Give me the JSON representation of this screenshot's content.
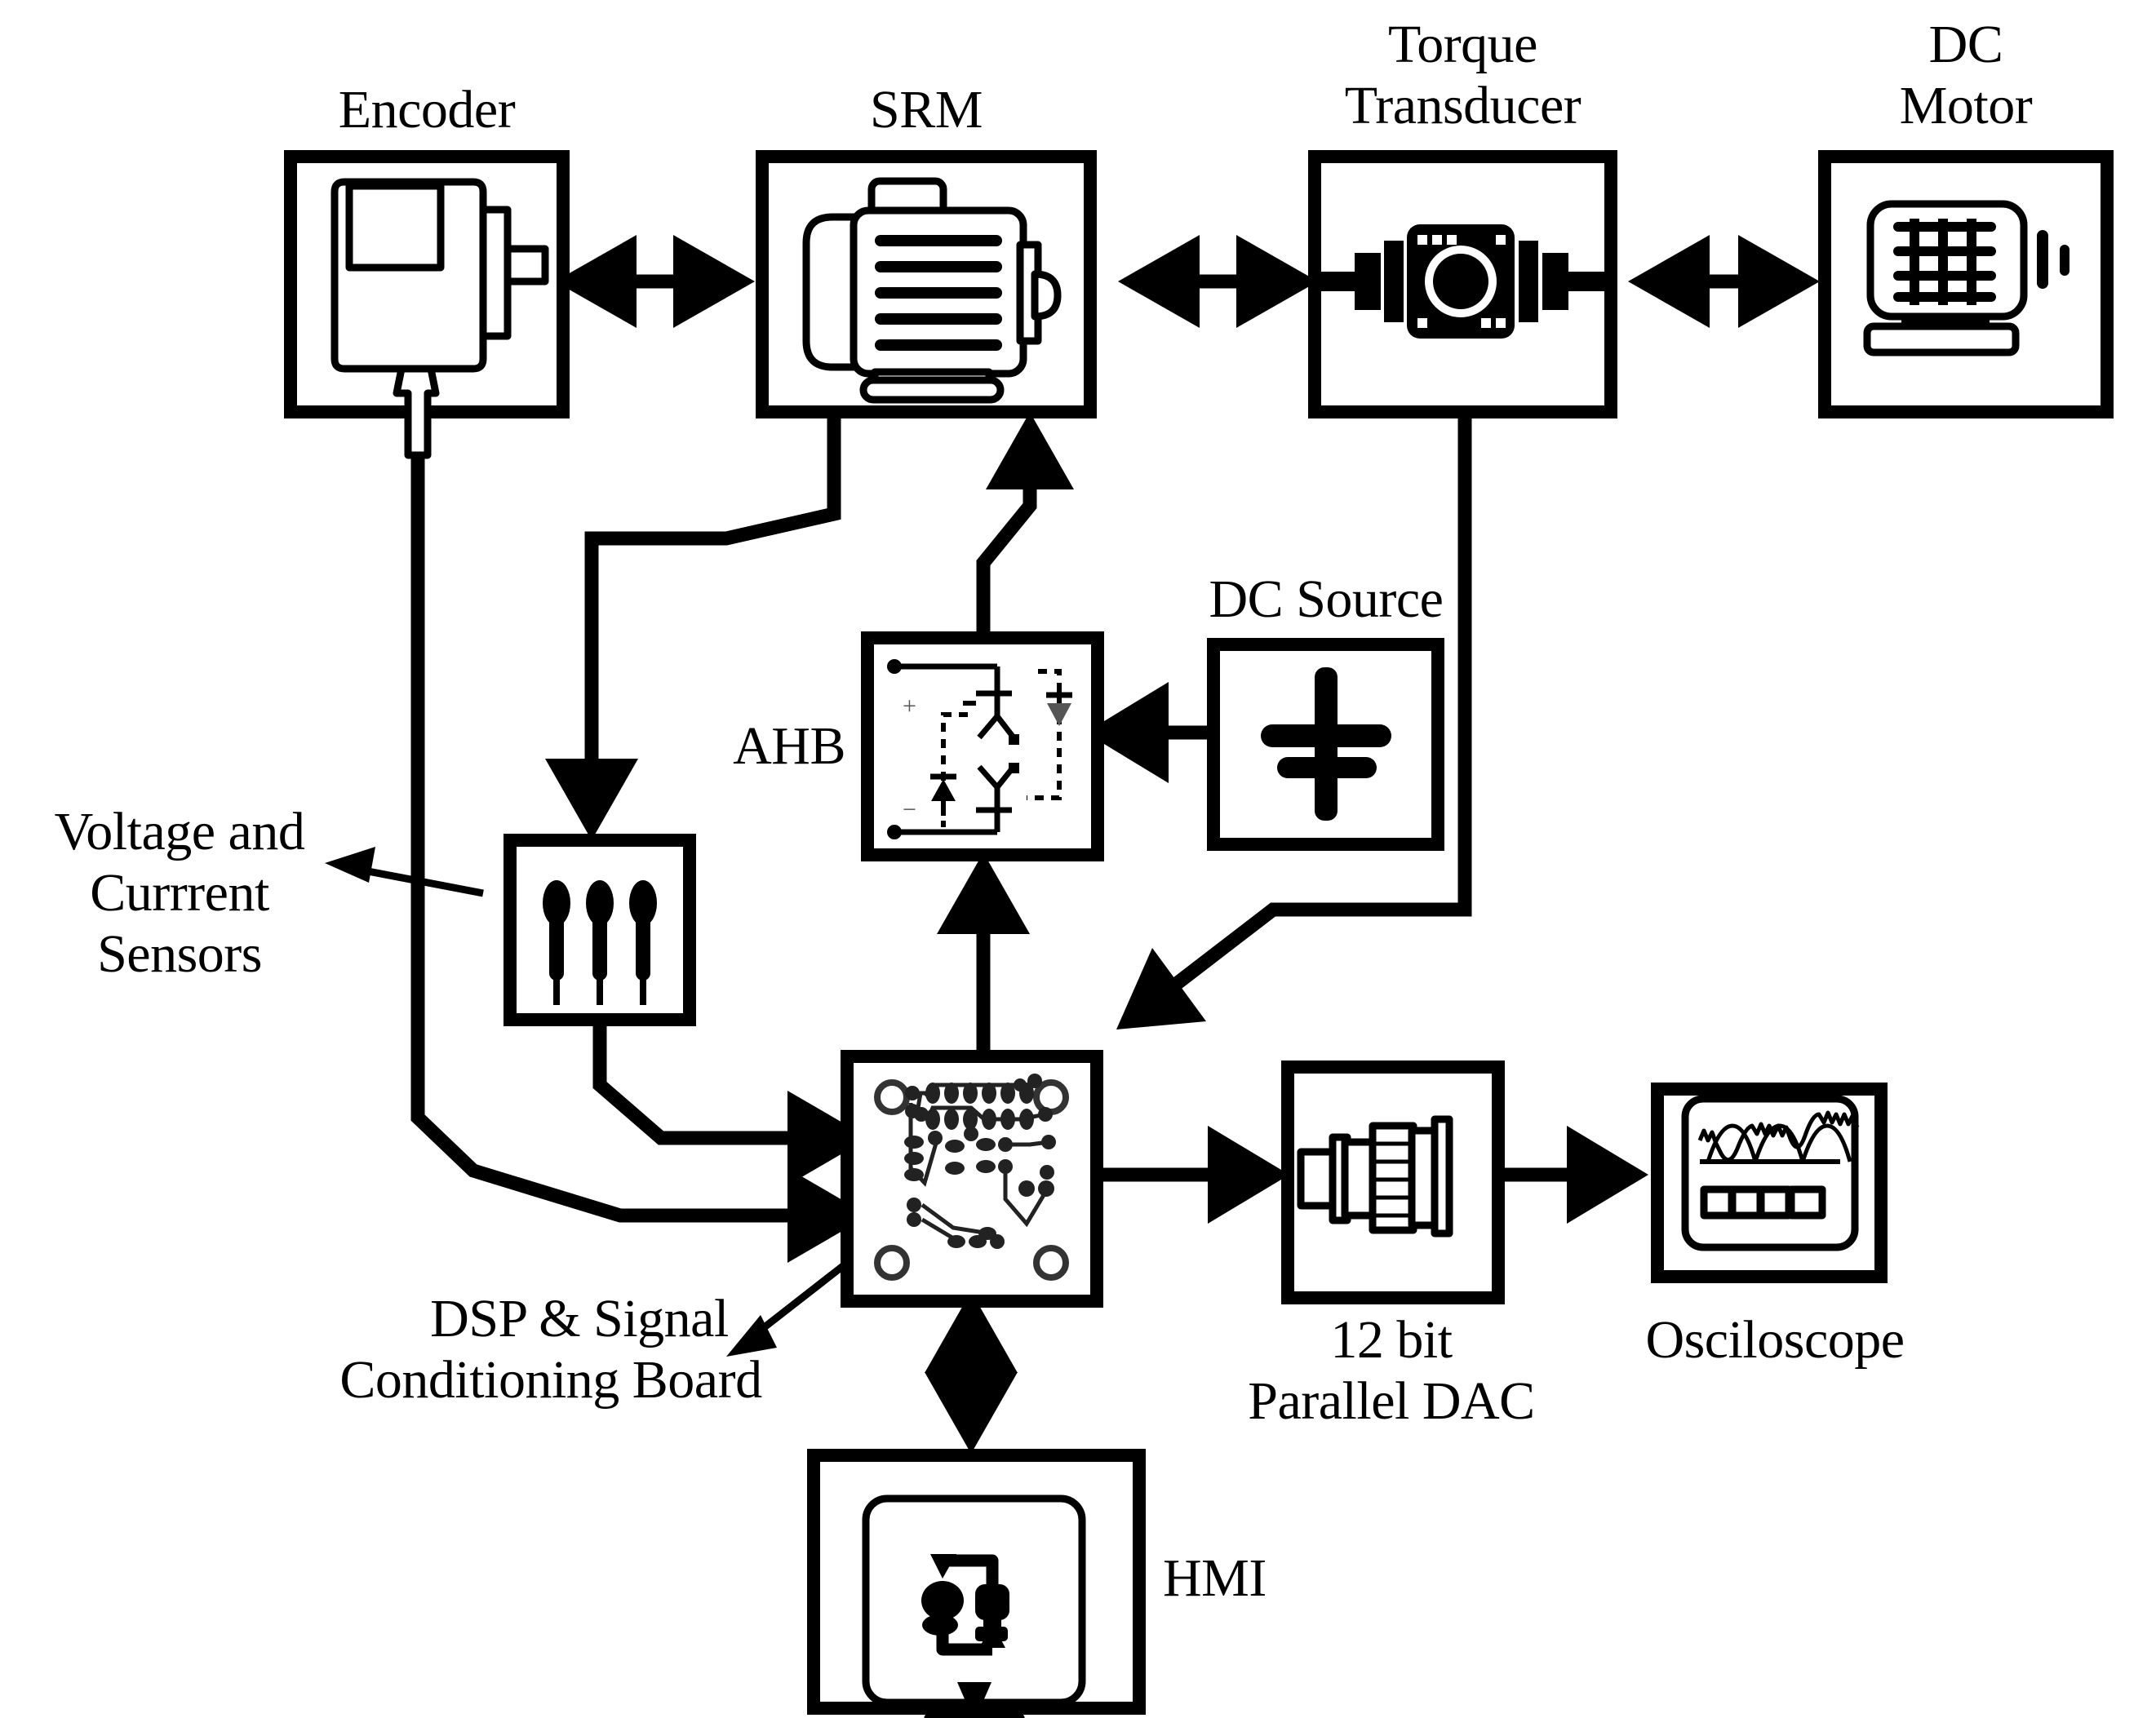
{
  "diagram": {
    "title": "SRM Drive Experimental Setup Block Diagram",
    "type": "block-diagram",
    "background_color": "#ffffff",
    "line_color": "#000000",
    "blocks": [
      {
        "id": "encoder",
        "label": "Encoder",
        "icon": "rotary-encoder-icon"
      },
      {
        "id": "srm",
        "label": "SRM",
        "icon": "electric-motor-icon"
      },
      {
        "id": "torque",
        "label": "Torque\nTransducer",
        "icon": "torque-transducer-icon"
      },
      {
        "id": "dc_motor",
        "label": "DC\nMotor",
        "icon": "dc-motor-icon"
      },
      {
        "id": "ahb",
        "label": "AHB",
        "icon": "asymmetric-half-bridge-icon"
      },
      {
        "id": "dc_source",
        "label": "DC Source",
        "icon": "battery-icon"
      },
      {
        "id": "sensors",
        "label": "Voltage and\nCurrrent\nSensors",
        "icon": "sensor-probes-icon"
      },
      {
        "id": "dsp",
        "label": "DSP & Signal\nConditioning Board",
        "icon": "pcb-board-icon"
      },
      {
        "id": "dac",
        "label": "12 bit\nParallel DAC",
        "icon": "dac-connector-icon"
      },
      {
        "id": "scope",
        "label": "Osciloscope",
        "icon": "oscilloscope-icon"
      },
      {
        "id": "hmi",
        "label": "HMI",
        "icon": "monitor-hmi-icon"
      }
    ],
    "connections": [
      {
        "from": "encoder",
        "to": "srm",
        "kind": "bidirectional"
      },
      {
        "from": "srm",
        "to": "torque",
        "kind": "bidirectional"
      },
      {
        "from": "torque",
        "to": "dc_motor",
        "kind": "bidirectional"
      },
      {
        "from": "dc_source",
        "to": "ahb",
        "kind": "directed"
      },
      {
        "from": "ahb",
        "to": "srm",
        "kind": "directed"
      },
      {
        "from": "dsp",
        "to": "ahb",
        "kind": "directed"
      },
      {
        "from": "srm",
        "to": "sensors",
        "kind": "directed"
      },
      {
        "from": "sensors",
        "to": "dsp",
        "kind": "directed"
      },
      {
        "from": "encoder",
        "to": "dsp",
        "kind": "directed"
      },
      {
        "from": "torque",
        "to": "dsp",
        "kind": "directed"
      },
      {
        "from": "dsp",
        "to": "dac",
        "kind": "directed"
      },
      {
        "from": "dac",
        "to": "scope",
        "kind": "directed"
      },
      {
        "from": "dsp",
        "to": "hmi",
        "kind": "bidirectional"
      }
    ],
    "labels": {
      "encoder": "Encoder",
      "srm": "SRM",
      "torque_line1": "Torque",
      "torque_line2": "Transducer",
      "dc_motor_line1": "DC",
      "dc_motor_line2": "Motor",
      "ahb": "AHB",
      "dc_source": "DC Source",
      "sensors_line1": "Voltage and",
      "sensors_line2": "Currrent",
      "sensors_line3": "Sensors",
      "dsp_line1": "DSP & Signal",
      "dsp_line2": "Conditioning Board",
      "dac_line1": "12 bit",
      "dac_line2": "Parallel DAC",
      "scope": "Osciloscope",
      "hmi": "HMI"
    }
  }
}
